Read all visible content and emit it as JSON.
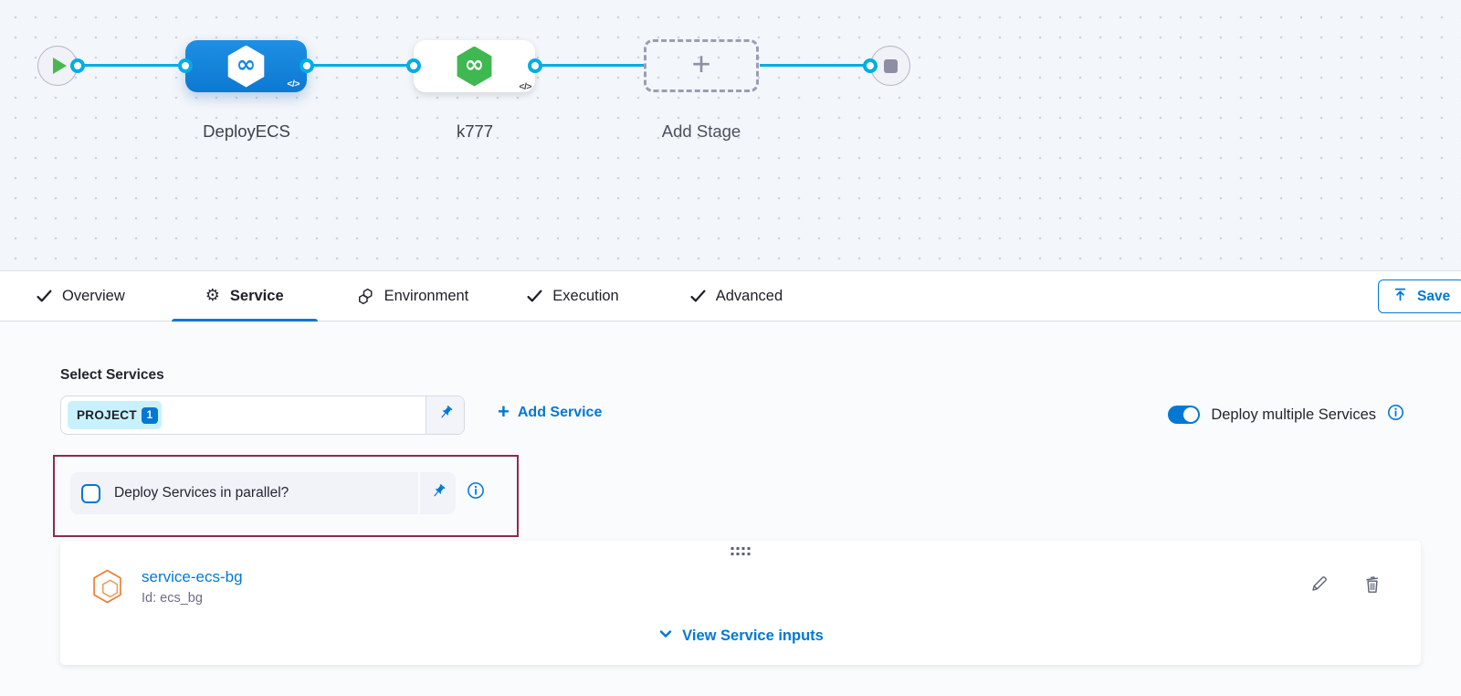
{
  "canvas": {
    "stages": [
      {
        "label": "DeployECS"
      },
      {
        "label": "k777"
      }
    ],
    "add_stage_label": "Add Stage"
  },
  "tabs": [
    {
      "label": "Overview"
    },
    {
      "label": "Service"
    },
    {
      "label": "Environment"
    },
    {
      "label": "Execution"
    },
    {
      "label": "Advanced"
    }
  ],
  "active_tab": "Service",
  "header_actions": {
    "save_label": "Save"
  },
  "service_tab": {
    "select_services_label": "Select Services",
    "selected_tag": {
      "label": "PROJECT",
      "count": "1"
    },
    "add_service_label": "Add Service",
    "deploy_multiple": {
      "label": "Deploy multiple Services",
      "enabled": true
    },
    "parallel_option": {
      "label": "Deploy Services in parallel?",
      "checked": false
    }
  },
  "service_card": {
    "name": "service-ecs-bg",
    "id": "Id: ecs_bg",
    "view_inputs_label": "View Service inputs"
  },
  "icons": {
    "plus": "+",
    "code_badge": "</>",
    "infinity": "∞",
    "gear": "⚙"
  },
  "colors": {
    "accent": "#0278d5",
    "connector": "#00ade4",
    "stage_blue": "#1787dc",
    "stage_green": "#3eb850",
    "highlight_border": "#8f2a50",
    "tag_bg": "#c9f1fd"
  }
}
